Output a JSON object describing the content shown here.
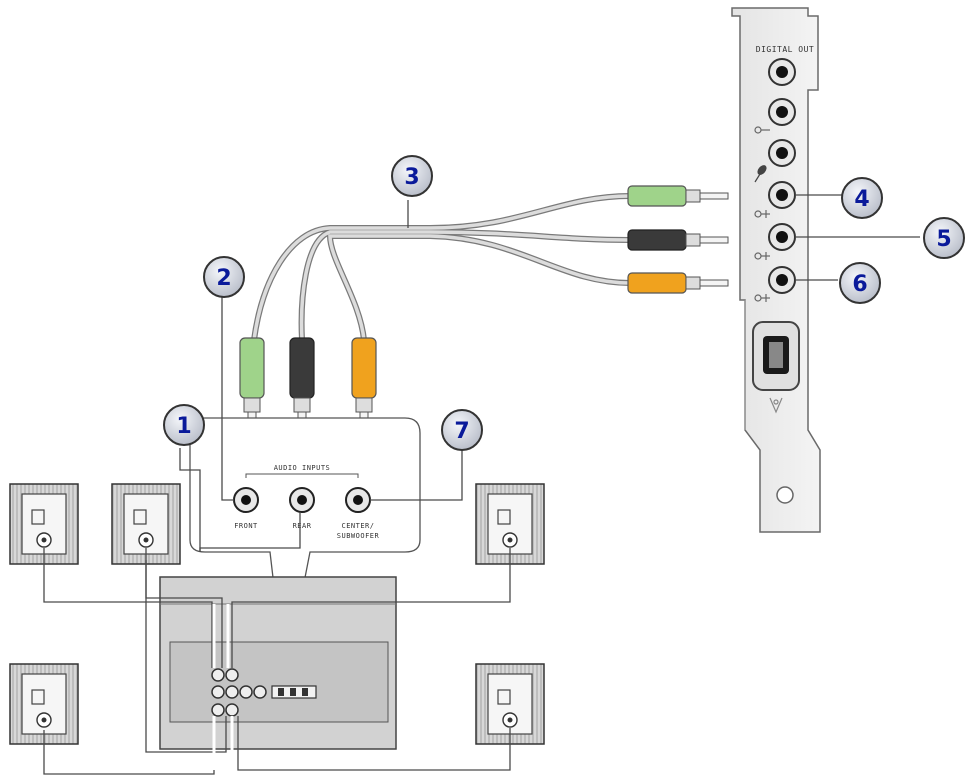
{
  "card": {
    "digital_out_label": "DIGITAL OUT"
  },
  "panel": {
    "audio_inputs_label": "AUDIO INPUTS",
    "front_label": "FRONT",
    "rear_label": "REAR",
    "center_label": "CENTER/ SUBWOOFER"
  },
  "callouts": [
    "1",
    "2",
    "3",
    "4",
    "5",
    "6",
    "7"
  ],
  "colors": {
    "green_plug": "#9fd38a",
    "black_plug": "#3a3a3a",
    "orange_plug": "#f0a21e",
    "badge_fill": "#cfd3dc",
    "badge_text": "#0a1a9a",
    "line": "#4a4a4a"
  }
}
